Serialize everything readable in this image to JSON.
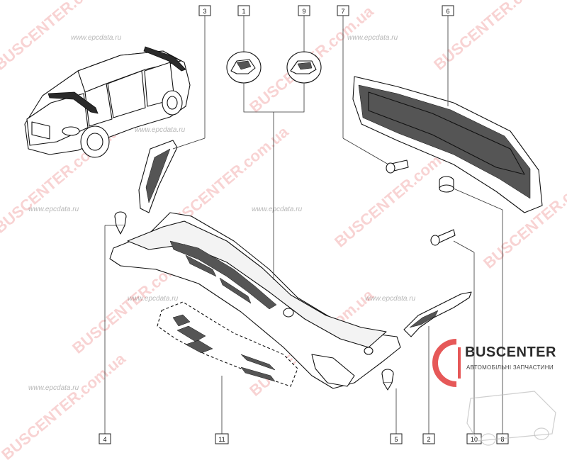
{
  "callouts": [
    "1",
    "2",
    "3",
    "4",
    "5",
    "6",
    "7",
    "8",
    "9",
    "10",
    "11"
  ],
  "watermark": {
    "site": "www.epcdata.ru",
    "brand": "BUSCENTER.com.ua"
  },
  "brand_logo": {
    "name": "BUSCENTER",
    "subtitle": "АВТОМОБІЛЬНІ ЗАПЧАСТИНИ",
    "color": "#e23b3b"
  }
}
